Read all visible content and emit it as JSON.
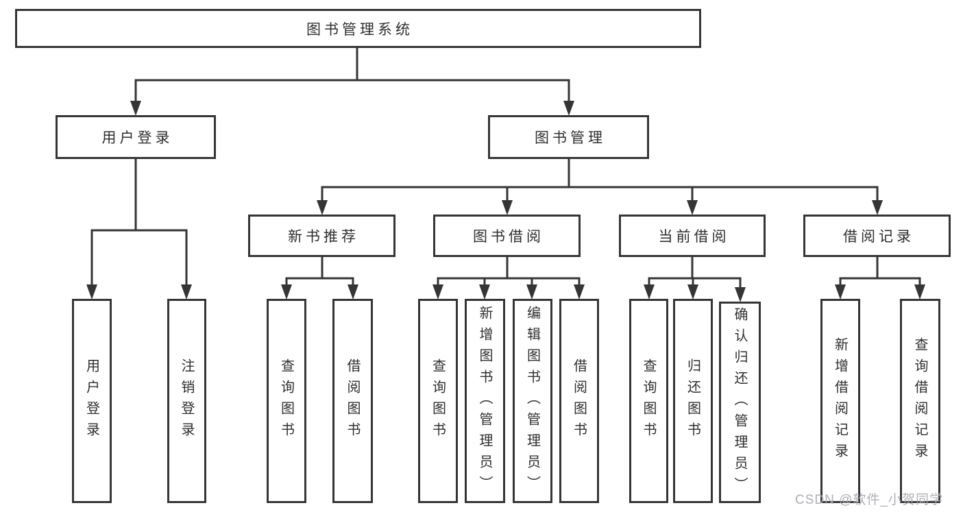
{
  "diagram": {
    "nodes": {
      "root": "图书管理系统",
      "login_group": "用户登录",
      "book_mgmt": "图书管理",
      "new_book": "新书推荐",
      "book_borrow": "图书借阅",
      "current_borrow": "当前借阅",
      "borrow_record": "借阅记录",
      "user_login": "用户登录",
      "logout": "注销登录",
      "nb_query_book": "查询图书",
      "nb_borrow_book": "借阅图书",
      "bb_query_book": "查询图书",
      "bb_add_book": "新增图书（管理员）",
      "bb_edit_book": "编辑图书（管理员）",
      "bb_borrow_book": "借阅图书",
      "cb_query_book": "查询图书",
      "cb_return_book": "归还图书",
      "cb_confirm_return": "确认归还（管理员）",
      "br_add_record": "新增借阅记录",
      "br_query_record": "查询借阅记录"
    }
  },
  "watermark": {
    "text": "CSDN @软件_小贺同学",
    "color": "#aaaab2"
  },
  "colors": {
    "line": "#353535",
    "node_border": "#353535",
    "text": "#2e2e2e",
    "background": "#ffffff"
  }
}
